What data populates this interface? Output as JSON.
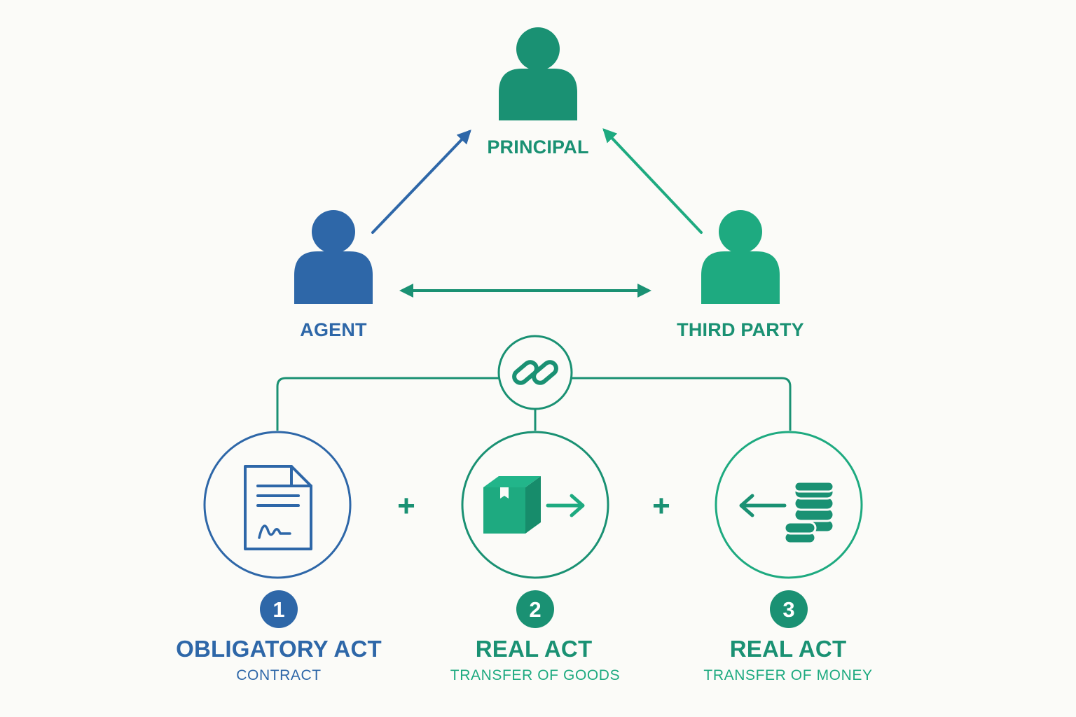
{
  "colors": {
    "blue": "#2e67a8",
    "teal": "#1a9173",
    "green": "#1eaa80",
    "background": "#fbfbf8"
  },
  "parties": {
    "principal": {
      "label": "PRINCIPAL",
      "icon": "person-icon"
    },
    "agent": {
      "label": "AGENT",
      "icon": "person-icon"
    },
    "third_party": {
      "label": "THIRD PARTY",
      "icon": "person-icon"
    }
  },
  "link": {
    "icon": "chain-link-icon"
  },
  "operators": [
    "+",
    "+"
  ],
  "acts": [
    {
      "number": "1",
      "title": "OBLIGATORY ACT",
      "subtitle": "CONTRACT",
      "icon": "signed-document-icon"
    },
    {
      "number": "2",
      "title": "REAL ACT",
      "subtitle": "TRANSFER OF GOODS",
      "icon": "box-arrow-right-icon"
    },
    {
      "number": "3",
      "title": "REAL ACT",
      "subtitle": "TRANSFER OF MONEY",
      "icon": "coins-arrow-left-icon"
    }
  ]
}
